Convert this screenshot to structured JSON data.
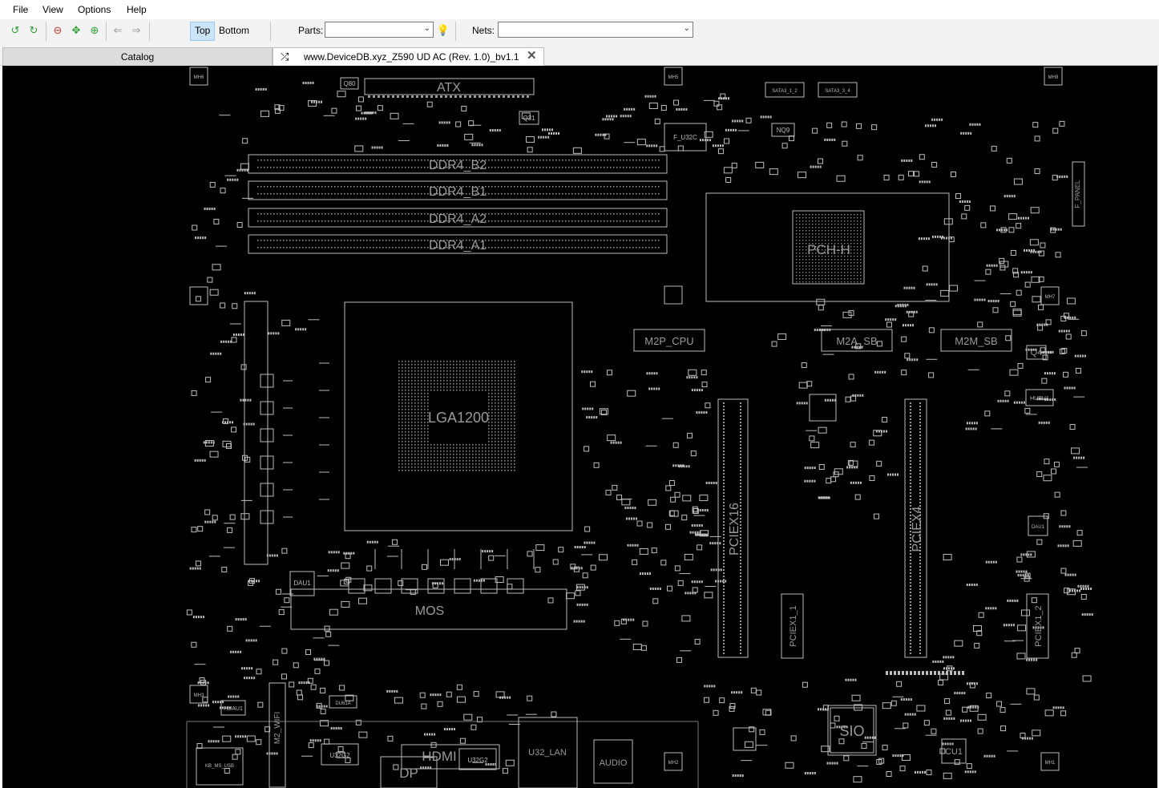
{
  "menu": {
    "items": [
      "File",
      "View",
      "Options",
      "Help"
    ]
  },
  "toolbar": {
    "top_label": "Top",
    "bottom_label": "Bottom",
    "parts_label": "Parts:",
    "parts_value": "",
    "nets_label": "Nets:",
    "nets_value": "",
    "icons": [
      "rotate-left-icon",
      "rotate-right-icon",
      "zoom-out-icon",
      "fit-all-icon",
      "zoom-in-icon",
      "back-arrow-icon",
      "forward-arrow-icon",
      "highlight-bulb-icon"
    ]
  },
  "tabs": {
    "catalog": "Catalog",
    "board": "www.DeviceDB.xyz_Z590 UD AC (Rev. 1.0)_bv1.1"
  },
  "board": {
    "labels": {
      "atx": "ATX",
      "ddr4_b2": "DDR4_B2",
      "ddr4_b1": "DDR4_B1",
      "ddr4_a2": "DDR4_A2",
      "ddr4_a1": "DDR4_A1",
      "pch": "PCH-H",
      "cpu_socket": "LGA1200",
      "m2p_cpu": "M2P_CPU",
      "m2a_sb": "M2A_SB",
      "m2m_sb": "M2M_SB",
      "pciex16": "PCIEX16",
      "pciex4": "PCIEX4",
      "pciex1_1": "PCIEX1_1",
      "pciex1_2": "PCIEX1_2",
      "mos": "MOS",
      "sio": "SIO",
      "audio": "AUDIO",
      "u32_lan": "U32_LAN",
      "hdmi": "HDMI",
      "dp": "DP",
      "m2_wifi": "M2_WIFI",
      "q4": "Q4",
      "q80": "Q80",
      "q31": "Q31",
      "nq9": "NQ9",
      "f_u32c": "F_U32C",
      "f_panel": "F_PANEL",
      "dau1": "DAU1",
      "dau1_right": "DAU1",
      "huau1": "HUAU1",
      "hubu1": "HUBU1",
      "cu1": "CU1",
      "u32g2": "U32G2",
      "u32g2_b": "U32G2",
      "kb_ms_usb": "KB_MS_USB",
      "sata3_12": "SATA3_1_2",
      "sata3_34": "SATA3_3_4",
      "du61a": "DU61A",
      "mh1": "MH1",
      "mh2": "MH2",
      "mh3": "MH3",
      "mh5": "MH5",
      "mh6": "MH6",
      "mh7": "MH7",
      "mh8": "MH8"
    }
  },
  "colors": {
    "canvas_bg": "#000000",
    "pcb_outline": "#bdbdbd",
    "pcb_label": "#9a9a9a",
    "active_toggle": "#cce4f7"
  }
}
